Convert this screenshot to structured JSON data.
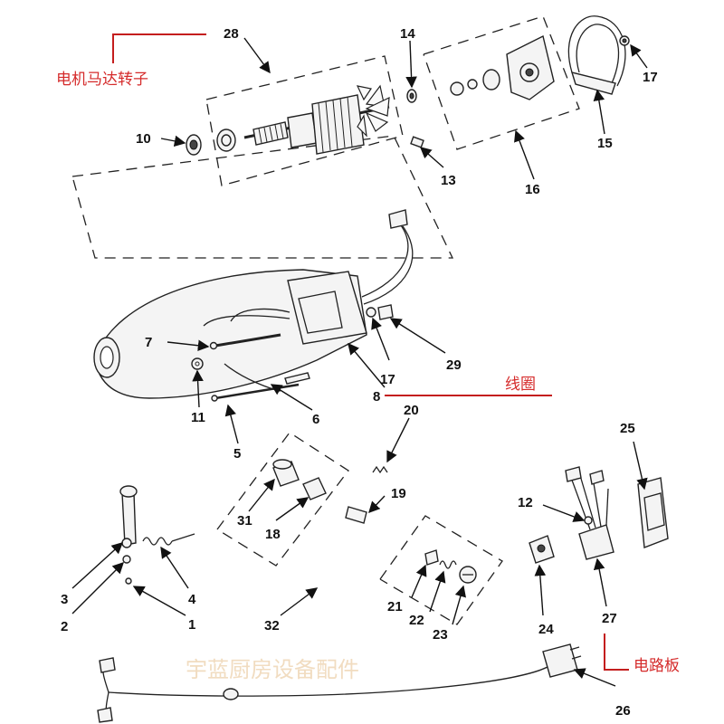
{
  "callouts": {
    "c1": "1",
    "c2": "2",
    "c3": "3",
    "c4": "4",
    "c5": "5",
    "c6": "6",
    "c7": "7",
    "c8": "8",
    "c10": "10",
    "c11": "11",
    "c12": "12",
    "c13": "13",
    "c14": "14",
    "c15": "15",
    "c16": "16",
    "c17a": "17",
    "c17b": "17",
    "c18": "18",
    "c19": "19",
    "c20": "20",
    "c21": "21",
    "c22": "22",
    "c23": "23",
    "c24": "24",
    "c25": "25",
    "c26": "26",
    "c27": "27",
    "c28": "28",
    "c29": "29",
    "c31": "31",
    "c32": "32"
  },
  "annotations": {
    "rotor": "电机马达转子",
    "coil": "线圈",
    "circuit_board": "电路板"
  },
  "watermark": "宇蓝厨房设备配件",
  "colors": {
    "annotation": "#d52b2b",
    "watermark": "#f1dcc0",
    "ink": "#111111"
  }
}
